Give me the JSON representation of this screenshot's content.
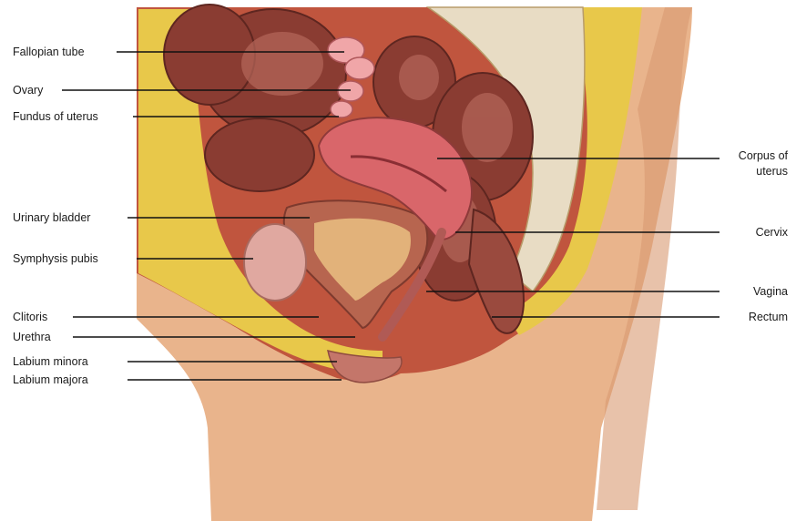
{
  "labels": {
    "fallopian_tube": "Fallopian tube",
    "ovary": "Ovary",
    "fundus": "Fundus of uterus",
    "urinary_bladder": "Urinary bladder",
    "symphysis_pubis": "Symphysis pubis",
    "clitoris": "Clitoris",
    "urethra": "Urethra",
    "labium_minora": "Labium minora",
    "labium_majora": "Labium majora",
    "corpus_line1": "Corpus of",
    "corpus_line2": "uterus",
    "cervix": "Cervix",
    "vagina": "Vagina",
    "rectum": "Rectum"
  },
  "colors": {
    "skin": "#e9b48c",
    "skin_shadow": "#c98a63",
    "fat": "#e8c84a",
    "organ_dark": "#7a3a30",
    "organ_mid": "#a85848",
    "uterus": "#d9666a",
    "bone": "#e8dcc4",
    "leader": "#111111"
  }
}
